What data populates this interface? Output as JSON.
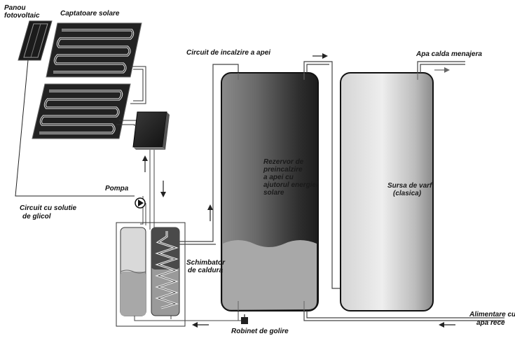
{
  "labels": {
    "pv_panel_line1": "Panou",
    "pv_panel_line2": "fotovoltaic",
    "solar_collectors": "Captatoare solare",
    "heating_circuit": "Circuit de incalzire a apei",
    "hot_water_outlet": "Apa calda menajera",
    "pump": "Pompa",
    "glycol_circuit_line1": "Circuit cu solutie",
    "glycol_circuit_line2": "de glicol",
    "heat_exchanger_line1": "Schimbator",
    "heat_exchanger_line2": "de caldura",
    "preheat_tank_line1": "Rezervor de",
    "preheat_tank_line2": "preincalzire",
    "preheat_tank_line3": "a apei cu",
    "preheat_tank_line4": "ajutorul energiei",
    "preheat_tank_line5": "solare",
    "peak_source_line1": "Sursa de varf",
    "peak_source_line2": "(clasica)",
    "drain_valve": "Robinet de golire",
    "cold_water_line1": "Alimentare cu",
    "cold_water_line2": "apa rece"
  }
}
